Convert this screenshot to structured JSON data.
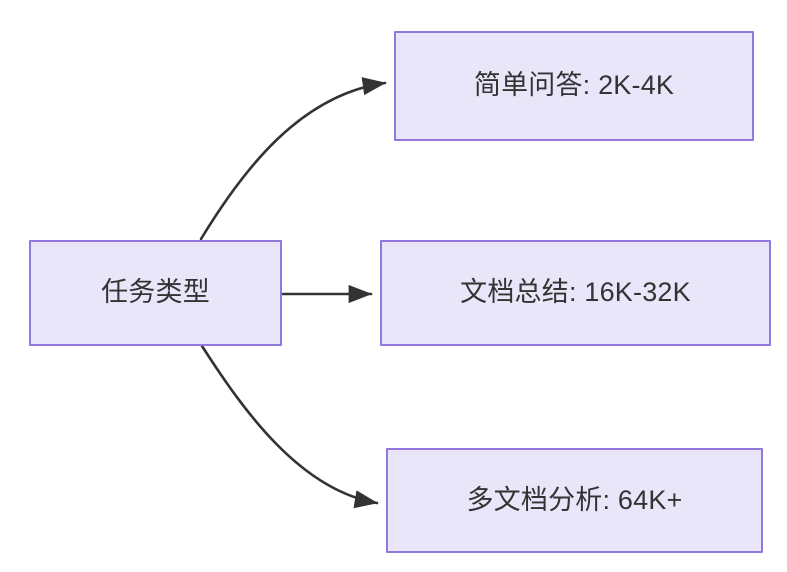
{
  "diagram": {
    "type": "flowchart",
    "direction": "left-to-right",
    "background_color": "#ffffff",
    "node_fill_color": "#e9e6fa",
    "node_border_color": "#9278dd",
    "node_text_color": "#333333",
    "edge_color": "#333333",
    "source": {
      "id": "task-type",
      "label": "任务类型"
    },
    "branches": [
      {
        "id": "simple-qa",
        "label": "简单问答: 2K-4K",
        "edge_style": "curved"
      },
      {
        "id": "doc-summary",
        "label": "文档总结: 16K-32K",
        "edge_style": "straight"
      },
      {
        "id": "multi-doc-analysis",
        "label": "多文档分析: 64K+",
        "edge_style": "curved"
      }
    ]
  }
}
